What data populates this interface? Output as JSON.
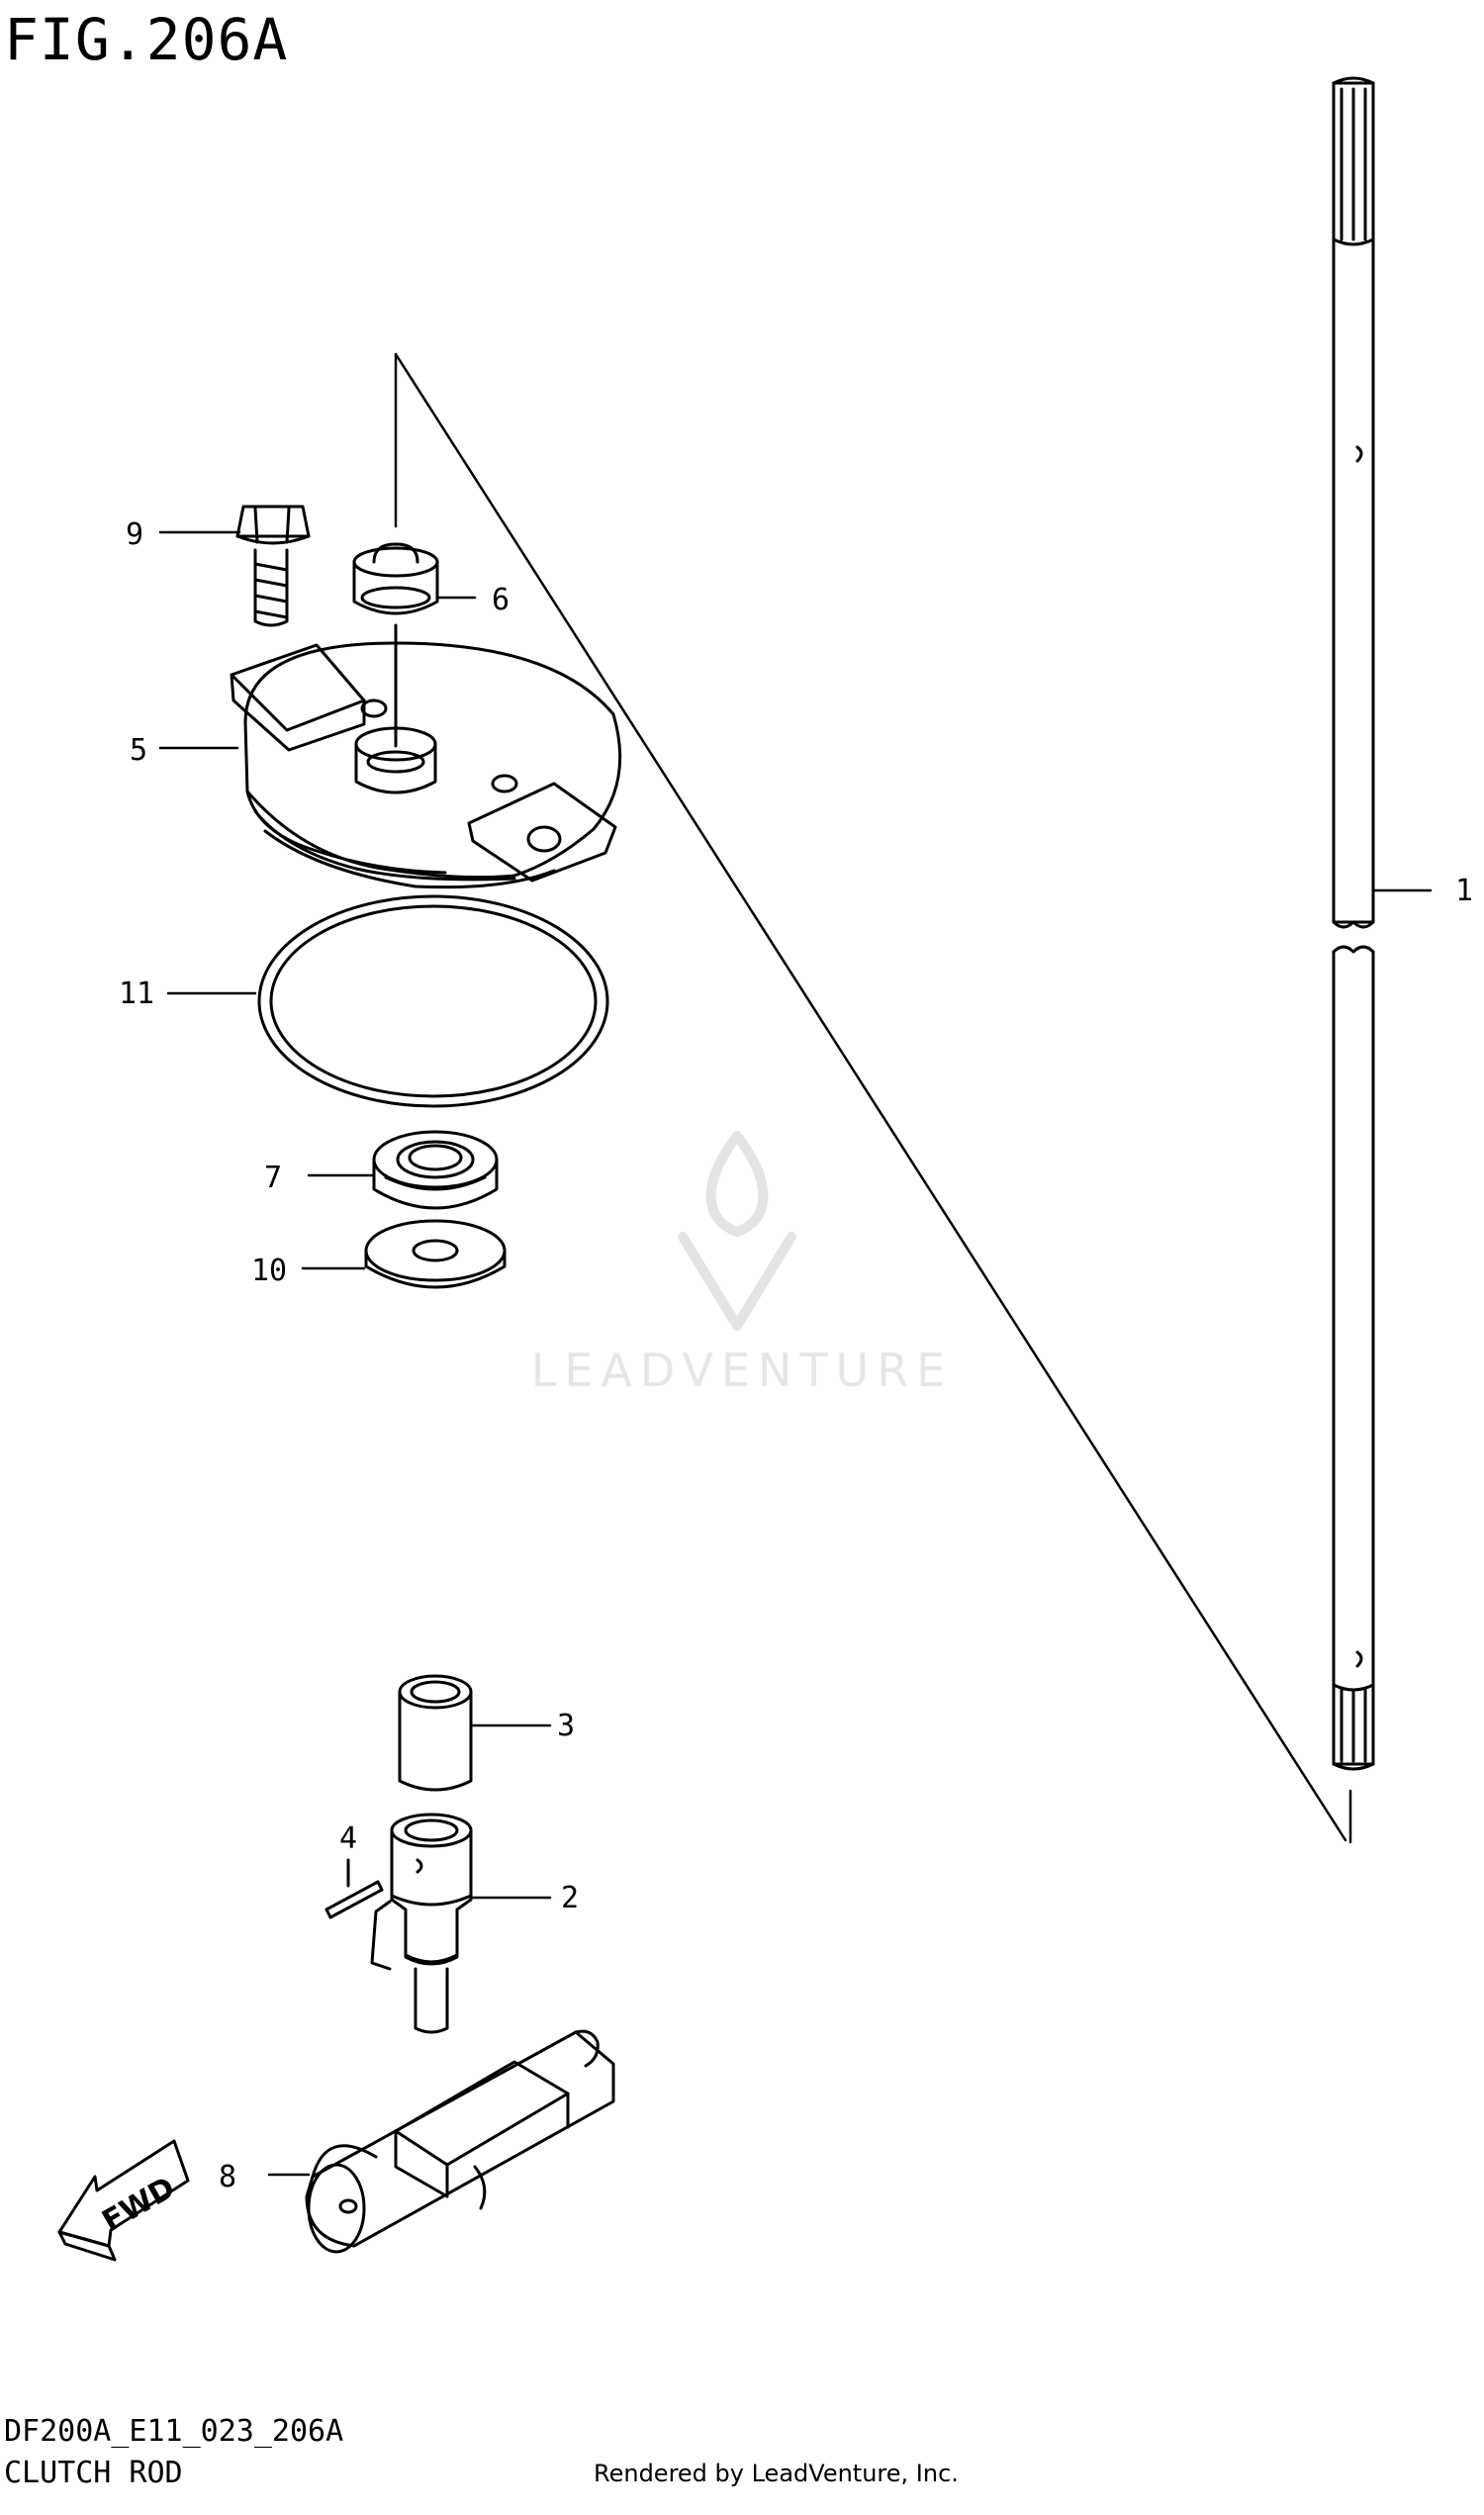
{
  "figure": {
    "title": "FIG.206A",
    "code": "DF200A_E11_023_206A",
    "caption": "CLUTCH ROD",
    "rendered_by": "Rendered by LeadVenture, Inc.",
    "watermark": "LEADVENTURE",
    "fwd_label": "FWD"
  },
  "callouts": [
    {
      "id": "1",
      "label": "1"
    },
    {
      "id": "2",
      "label": "2"
    },
    {
      "id": "3",
      "label": "3"
    },
    {
      "id": "4",
      "label": "4"
    },
    {
      "id": "5",
      "label": "5"
    },
    {
      "id": "6",
      "label": "6"
    },
    {
      "id": "7",
      "label": "7"
    },
    {
      "id": "8",
      "label": "8"
    },
    {
      "id": "9",
      "label": "9"
    },
    {
      "id": "10",
      "label": "10"
    },
    {
      "id": "11",
      "label": "11"
    }
  ]
}
